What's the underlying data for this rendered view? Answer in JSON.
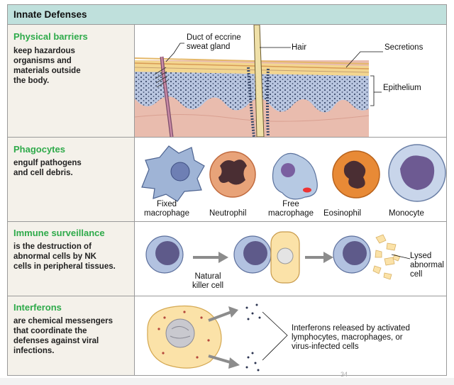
{
  "header": {
    "title": "Innate Defenses"
  },
  "rows": [
    {
      "title": "Physical barriers",
      "desc": [
        "keep hazardous",
        "organisms and",
        "materials outside",
        "the body."
      ]
    },
    {
      "title": "Phagocytes",
      "desc": [
        "engulf pathogens",
        "and cell debris."
      ]
    },
    {
      "title": "Immune surveillance",
      "desc": [
        "is the destruction of",
        "abnormal cells by NK",
        "cells in peripheral tissues."
      ]
    },
    {
      "title": "Interferons",
      "desc": [
        "are chemical messengers",
        "that coordinate the",
        "defenses against viral",
        "infections."
      ]
    }
  ],
  "skin_labels": {
    "duct": [
      "Duct of eccrine",
      "sweat gland"
    ],
    "hair": "Hair",
    "secretions": "Secretions",
    "epithelium": "Epithelium"
  },
  "phagocyte_labels": {
    "fixed_macrophage": [
      "Fixed",
      "macrophage"
    ],
    "neutrophil": "Neutrophil",
    "free_macrophage": [
      "Free",
      "macrophage"
    ],
    "eosinophil": "Eosinophil",
    "monocyte": "Monocyte"
  },
  "surveillance_labels": {
    "nk_cell": [
      "Natural",
      "killer cell"
    ],
    "lysed": [
      "Lysed",
      "abnormal",
      "cell"
    ]
  },
  "interferon_labels": {
    "released": [
      "Interferons released by activated",
      "lymphocytes, macrophages, or",
      "virus-infected cells"
    ]
  },
  "page_mark": "34",
  "colors": {
    "header_bg": "#bfe0dc",
    "title_green": "#2eaa4a",
    "left_bg": "#f4f1ea"
  }
}
